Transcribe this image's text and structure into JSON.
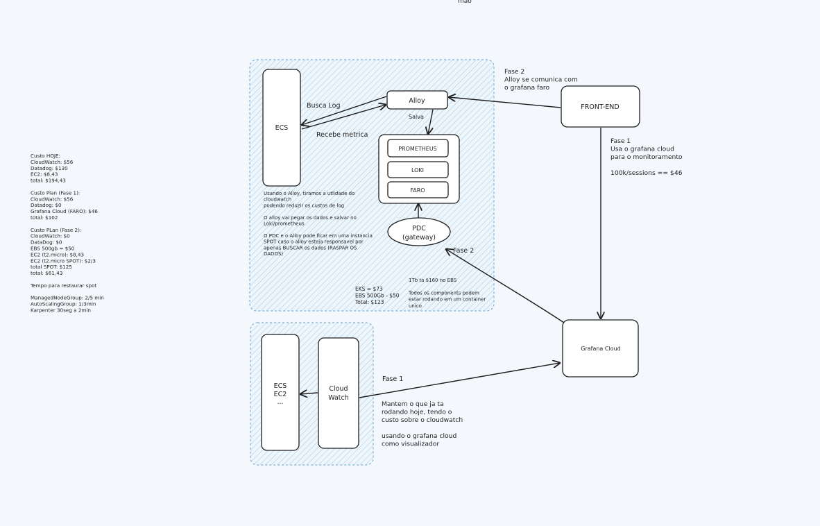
{
  "top_stub": "mao",
  "cost_notes": [
    "Custo HOJE:",
    "CloudWatch: $56",
    "Datadog: $130",
    "EC2: $8,43",
    "total: $194,43",
    "",
    "Custo Plan (Fase 1):",
    "CloudWatch: $56",
    "Datadog: $0",
    "Grafana Cloud (FARO): $46",
    "total: $102",
    "",
    "Custo PLan (Fase 2):",
    "CloudWatch: $0",
    "DataDog: $0",
    "EBS 500gb = $50",
    "EC2 (t2.micro): $8,43",
    "EC2 (t2.micro SPOT): $2/3",
    "total SPOT: $125",
    "total: $61,43",
    "",
    "Tempo para restaurar spot",
    "",
    "ManagedNodeGroup: 2/5 min",
    "AutoScalingGroup: 1/3min",
    "Karpenter 30seg a 2min"
  ],
  "nodes": {
    "ecs": "ECS",
    "alloy": "Alloy",
    "prometheus": "PROMETHEUS",
    "loki": "LOKI",
    "faro": "FARO",
    "pdc_line1": "PDC",
    "pdc_line2": "(gateway)",
    "frontend": "FRONT-END",
    "grafana": "Grafana Cloud",
    "ecs2_lines": [
      "ECS",
      "EC2",
      "..."
    ],
    "cloudwatch_lines": [
      "Cloud",
      "Watch"
    ]
  },
  "edge_labels": {
    "busca_log": "Busca Log",
    "recebe_metrica": "Recebe metrica",
    "salva": "Salva",
    "fase2_pdc": "Fase 2",
    "fase1_cw": "Fase 1"
  },
  "notes": {
    "alloy_notes": [
      "Usando o Alloy, tiramos a utlidade do",
      "cloudwatch",
      "podendo reduzir os custos de log",
      "",
      "O alloy vai pegar os dados e salvar no",
      "Loki/prometheus",
      "",
      "O PDC e o Alloy pode ficar em uma instancia",
      "SPOT caso o alloy esteja responsavel por",
      "apenas BUSCAR os dados (RASPAR OS",
      "DADOS)"
    ],
    "eks_costs": [
      "EKS = $73",
      "EBS 500Gb - $50",
      "Total: $123"
    ],
    "ebs_note": [
      "1Tb ta $160 no EBS",
      "",
      "Todos os components podem",
      "estar rodando em um container",
      "unico"
    ],
    "fase2_frontend": [
      "Fase 2",
      "Alloy se comunica com",
      "o grafana faro"
    ],
    "fase1_frontend": [
      "Fase 1",
      "Usa o grafana cloud",
      "para o monitoramento",
      "",
      "100k/sessions == $46"
    ],
    "fase1_cloudwatch": [
      "Mantem o que ja ta",
      "rodando hoje, tendo o",
      "custo sobre o cloudwatch",
      "",
      "usando o grafana cloud",
      "como visualizador"
    ]
  },
  "colors": {
    "background": "#f4f7fc",
    "zone_stroke": "#7fb0d4",
    "hatch": "#a9cfe8",
    "stroke": "#1e1e1e"
  }
}
